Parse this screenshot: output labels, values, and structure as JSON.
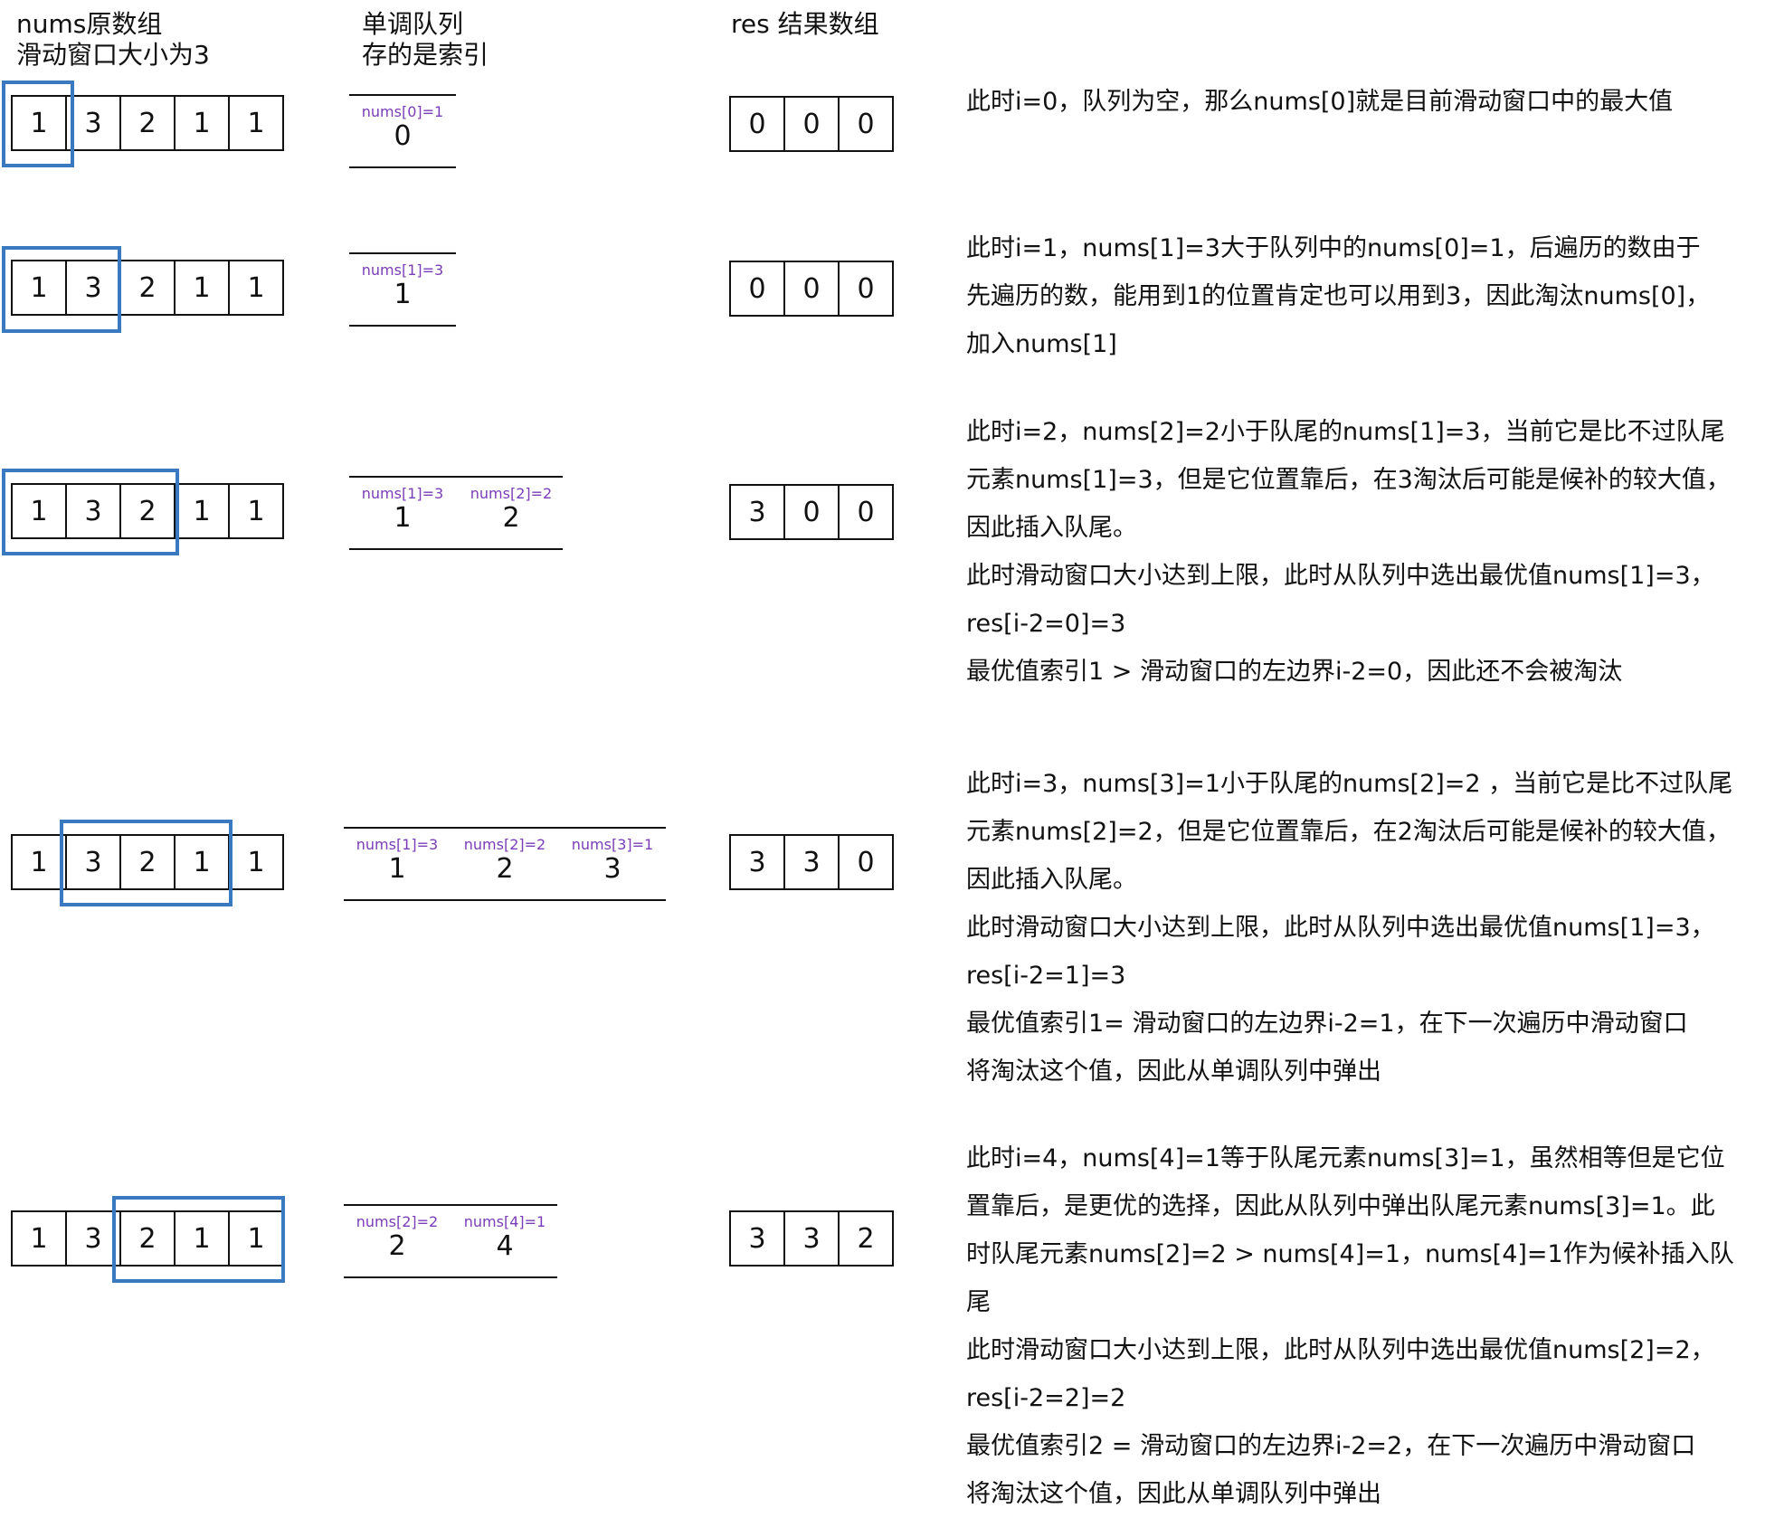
{
  "headers": {
    "nums": [
      "nums原数组",
      "滑动窗口大小为3"
    ],
    "queue": [
      "单调队列",
      "存的是索引"
    ],
    "res": "res 结果数组"
  },
  "colors": {
    "window": "#3a78c0",
    "queue_label": "#7a3db8"
  },
  "steps": [
    {
      "nums": [
        "1",
        "3",
        "2",
        "1",
        "1"
      ],
      "queue": [
        {
          "label": "nums[0]=1",
          "value": "0"
        }
      ],
      "res": [
        "0",
        "0",
        "0"
      ],
      "desc": [
        "此时i=0，队列为空，那么nums[0]就是目前滑动窗口中的最大值"
      ]
    },
    {
      "nums": [
        "1",
        "3",
        "2",
        "1",
        "1"
      ],
      "queue": [
        {
          "label": "nums[1]=3",
          "value": "1"
        }
      ],
      "res": [
        "0",
        "0",
        "0"
      ],
      "desc": [
        "此时i=1，nums[1]=3大于队列中的nums[0]=1，后遍历的数由于",
        "先遍历的数，能用到1的位置肯定也可以用到3，因此淘汰nums[0]，",
        "加入nums[1]"
      ]
    },
    {
      "nums": [
        "1",
        "3",
        "2",
        "1",
        "1"
      ],
      "queue": [
        {
          "label": "nums[1]=3",
          "value": "1"
        },
        {
          "label": "nums[2]=2",
          "value": "2"
        }
      ],
      "res": [
        "3",
        "0",
        "0"
      ],
      "desc": [
        "此时i=2，nums[2]=2小于队尾的nums[1]=3，当前它是比不过队尾",
        "元素nums[1]=3，但是它位置靠后，在3淘汰后可能是候补的较大值，",
        "因此插入队尾。",
        "此时滑动窗口大小达到上限，此时从队列中选出最优值nums[1]=3，",
        "res[i-2=0]=3",
        "最优值索引1 > 滑动窗口的左边界i-2=0，因此还不会被淘汰"
      ]
    },
    {
      "nums": [
        "1",
        "3",
        "2",
        "1",
        "1"
      ],
      "queue": [
        {
          "label": "nums[1]=3",
          "value": "1"
        },
        {
          "label": "nums[2]=2",
          "value": "2"
        },
        {
          "label": "nums[3]=1",
          "value": "3"
        }
      ],
      "res": [
        "3",
        "3",
        "0"
      ],
      "desc": [
        "此时i=3，nums[3]=1小于队尾的nums[2]=2 ，当前它是比不过队尾",
        "元素nums[2]=2，但是它位置靠后，在2淘汰后可能是候补的较大值，",
        "因此插入队尾。",
        "此时滑动窗口大小达到上限，此时从队列中选出最优值nums[1]=3，",
        "res[i-2=1]=3",
        "最优值索引1= 滑动窗口的左边界i-2=1，在下一次遍历中滑动窗口",
        "将淘汰这个值，因此从单调队列中弹出"
      ]
    },
    {
      "nums": [
        "1",
        "3",
        "2",
        "1",
        "1"
      ],
      "queue": [
        {
          "label": "nums[2]=2",
          "value": "2"
        },
        {
          "label": "nums[4]=1",
          "value": "4"
        }
      ],
      "res": [
        "3",
        "3",
        "2"
      ],
      "desc": [
        "此时i=4，nums[4]=1等于队尾元素nums[3]=1，虽然相等但是它位",
        "置靠后，是更优的选择，因此从队列中弹出队尾元素nums[3]=1。此",
        "时队尾元素nums[2]=2 > nums[4]=1，nums[4]=1作为候补插入队",
        "尾",
        "此时滑动窗口大小达到上限，此时从队列中选出最优值nums[2]=2，",
        "res[i-2=2]=2",
        "最优值索引2 = 滑动窗口的左边界i-2=2，在下一次遍历中滑动窗口",
        "将淘汰这个值，因此从单调队列中弹出"
      ]
    }
  ]
}
